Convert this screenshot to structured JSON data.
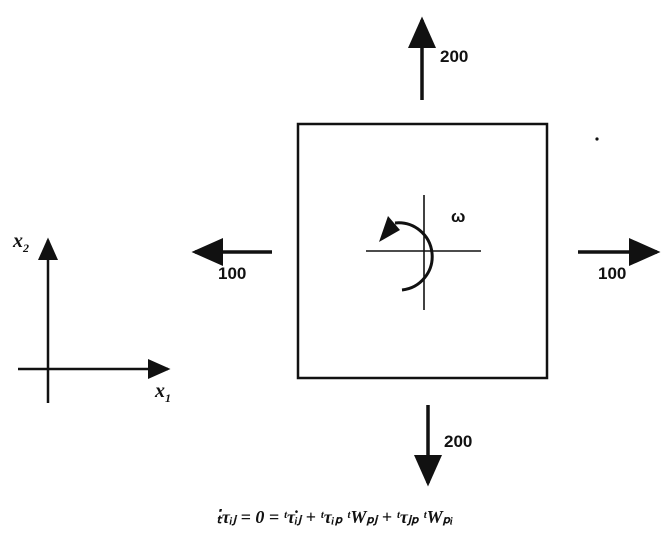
{
  "loads": {
    "top": "200",
    "bottom": "200",
    "left": "100",
    "right": "100"
  },
  "rotation_label": "ω",
  "axes": {
    "x1_base": "x",
    "x1_sub": "1",
    "x2_base": "x",
    "x2_sub": "2"
  },
  "equation": "ₜ̇τᵢⱼ = 0 = ᵗτ̇ᵢⱼ + ᵗτᵢₚ ᵗWₚⱼ + ᵗτⱼₚ ᵗWₚᵢ"
}
